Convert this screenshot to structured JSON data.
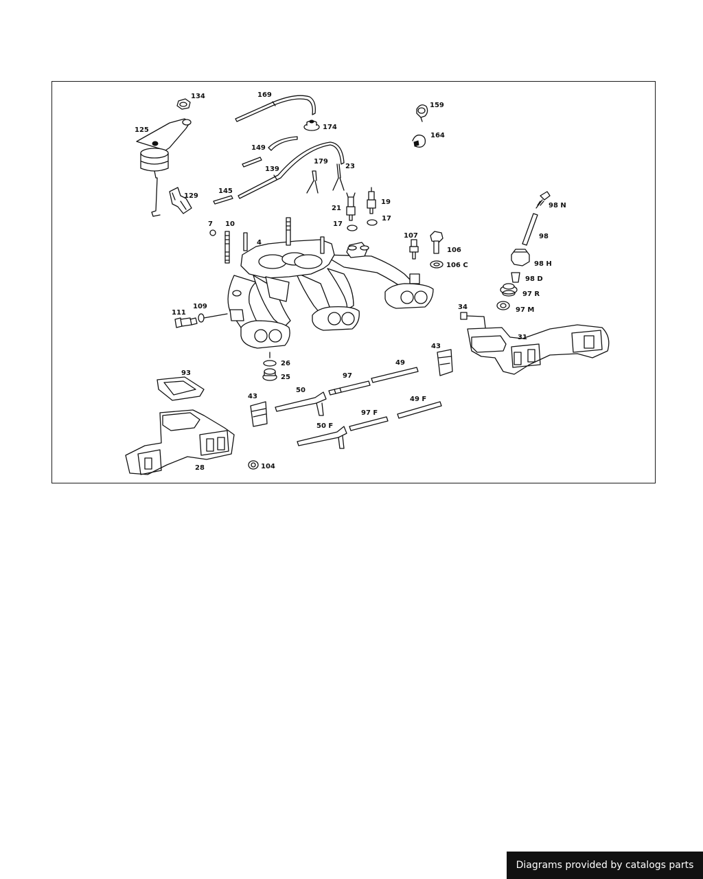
{
  "colors": {
    "line": "#111111",
    "background": "#ffffff",
    "credit_bg": "#111111",
    "credit_text": "#ffffff"
  },
  "labels": {
    "p134": "134",
    "p169": "169",
    "p159": "159",
    "p125": "125",
    "p174": "174",
    "p164": "164",
    "p149": "149",
    "p179": "179",
    "p23": "23",
    "p139": "139",
    "p145": "145",
    "p129": "129",
    "p19": "19",
    "p21": "21",
    "p98N": "98 N",
    "p17a": "17",
    "p17b": "17",
    "p7": "7",
    "p10": "10",
    "p98": "98",
    "p4": "4",
    "p107": "107",
    "p106": "106",
    "p106C": "106 C",
    "p98H": "98 H",
    "p98D": "98 D",
    "p97R": "97 R",
    "p97M": "97 M",
    "p111": "111",
    "p109": "109",
    "p34": "34",
    "p31": "31",
    "p43a": "43",
    "p49": "49",
    "p26": "26",
    "p93": "93",
    "p25": "25",
    "p97": "97",
    "p43b": "43",
    "p50": "50",
    "p49F": "49 F",
    "p97F": "97 F",
    "p50F": "50 F",
    "p28": "28",
    "p104": "104"
  },
  "credit": "Diagrams provided by catalogs parts"
}
